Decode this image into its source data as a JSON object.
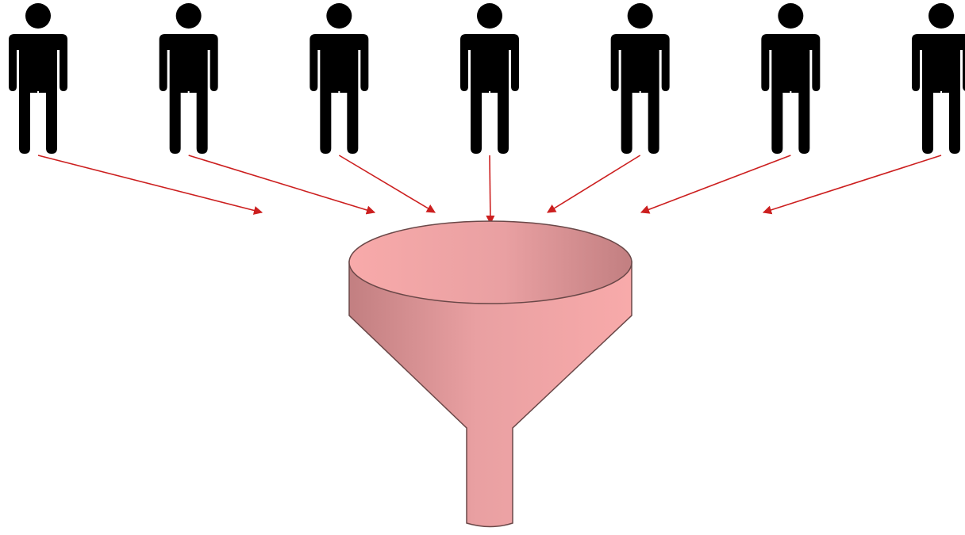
{
  "diagram": {
    "type": "funnel",
    "people": [
      {
        "id": 1,
        "icon": "person-icon"
      },
      {
        "id": 2,
        "icon": "person-icon"
      },
      {
        "id": 3,
        "icon": "person-icon"
      },
      {
        "id": 4,
        "icon": "person-icon"
      },
      {
        "id": 5,
        "icon": "person-icon"
      },
      {
        "id": 6,
        "icon": "person-icon"
      },
      {
        "id": 7,
        "icon": "person-icon"
      }
    ],
    "funnel": {
      "icon": "funnel-icon"
    },
    "colors": {
      "person": "#000000",
      "arrow": "#cc1f1f",
      "funnel_light": "#f8aaaa",
      "funnel_mid": "#e9a0a2",
      "funnel_dark": "#c27f81",
      "funnel_outline": "#6a4848"
    }
  }
}
